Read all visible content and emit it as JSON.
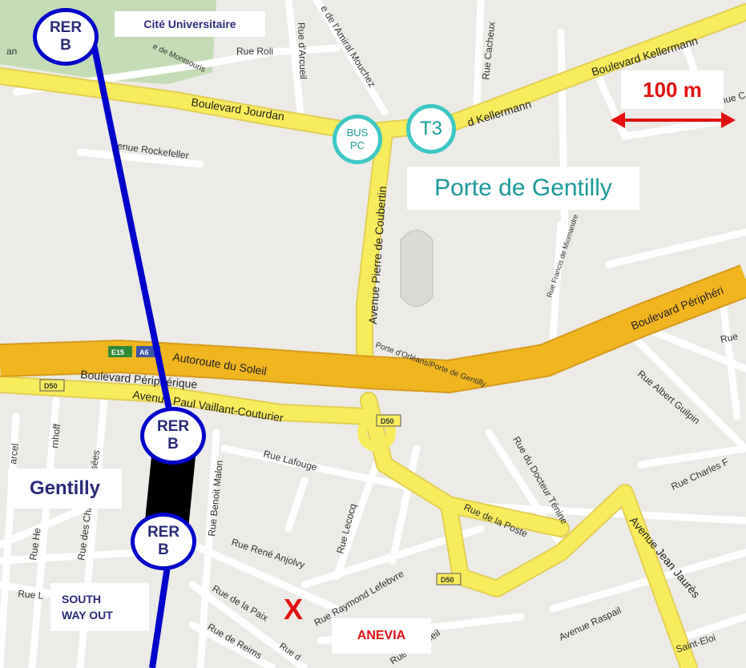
{
  "map": {
    "roads": {
      "boulevard_kellermann_upper": "Boulevard Kellermann",
      "boulevard_kellermann_lower": "d Kellermann",
      "boulevard_jourdan": "Boulevard Jourdan",
      "avenue_rockefeller": "venue Rockefeller",
      "rue_roli": "Rue Roli",
      "rue_darcueil_top": "Rue d'Arcueil",
      "rue_amiral_mouchez": "e de l'Amiral Mouchez",
      "rue_cacheux": "Rue Cacheux",
      "avenue_pierre_de_coubertin": "Avenue Pierre de Coubertin",
      "porte_dorleans": "Porte d'Orléans/Porte de Gentilly",
      "autoroute_du_soleil": "Autoroute du Soleil",
      "boulevard_peripherique_west": "Boulevard Périphérique",
      "boulevard_peripherique_east": "Boulevard Périphéri",
      "avenue_paul_vaillant_couturier": "Avenue Paul Vaillant-Couturier",
      "rue_lafouge": "Rue Lafouge",
      "rue_benoit_malon": "Rue Benoit Malon",
      "rue_lecocq": "Rue Lecocq",
      "rue_rene_anjolvy": "Rue René Anjolvy",
      "rue_raymond_lefebvre": "Rue Raymond Lefebvre",
      "rue_de_la_paix": "Rue de la Paix",
      "rue_de_reims": "Rue de Reims",
      "rue_darcueil_bottom": "Rue d'Arcueil",
      "rue_de_la_poste": "Rue de la Poste",
      "rue_du_docteur_tenine": "Rue du Docteur Ténine",
      "rue_albert_guilpin": "Rue Albert Guilpin",
      "rue_charles_f": "Rue Charles F",
      "avenue_jean_jaures": "Avenue Jean Jaurès",
      "avenue_raspail": "Avenue Raspail",
      "rue_saint_eloi": "Saint-Eloi",
      "rue_francis_de_miomandre": "Rue Francis de Miomandre",
      "rue_des_champs_elysees": "Rue des Champs-Elysées",
      "rue_henri": "Rue He",
      "rue_rohnhoff": "rnhoff",
      "rue_marcel": "arcel",
      "rue_l": "Rue L",
      "rue_right_edge": "Rue",
      "avenue_c": "Avenue C",
      "montsouris": "e de Montsouris",
      "an_left": "an",
      "rue_de_small": "Rue d"
    },
    "shields": {
      "e15": "E15",
      "a6": "A6",
      "d50_west": "D50",
      "d50_center": "D50",
      "d50_south": "D50"
    },
    "stations": {
      "rer_top": {
        "line1": "RER",
        "line2": "B"
      },
      "rer_middle": {
        "line1": "RER",
        "line2": "B"
      },
      "rer_bottom": {
        "line1": "RER",
        "line2": "B"
      },
      "tram": "T3",
      "bus": {
        "line1": "BUS",
        "line2": "PC"
      }
    },
    "labels": {
      "cite_universitaire": "Cité Universitaire",
      "porte_de_gentilly": "Porte de Gentilly",
      "gentilly": "Gentilly",
      "south_way_out_line1": "SOUTH",
      "south_way_out_line2": "WAY OUT",
      "anevia": "ANEVIA",
      "destination_marker": "X"
    },
    "scale": {
      "label": "100 m"
    },
    "colors": {
      "rer_line": "#0000cc",
      "tram_bus": "#3cc8c4",
      "highway": "#f0b51f",
      "major_road": "#f7ec5b",
      "park": "#c4dcb5",
      "accent_red": "#e31010",
      "gentilly_text": "#2a2a7a"
    }
  }
}
